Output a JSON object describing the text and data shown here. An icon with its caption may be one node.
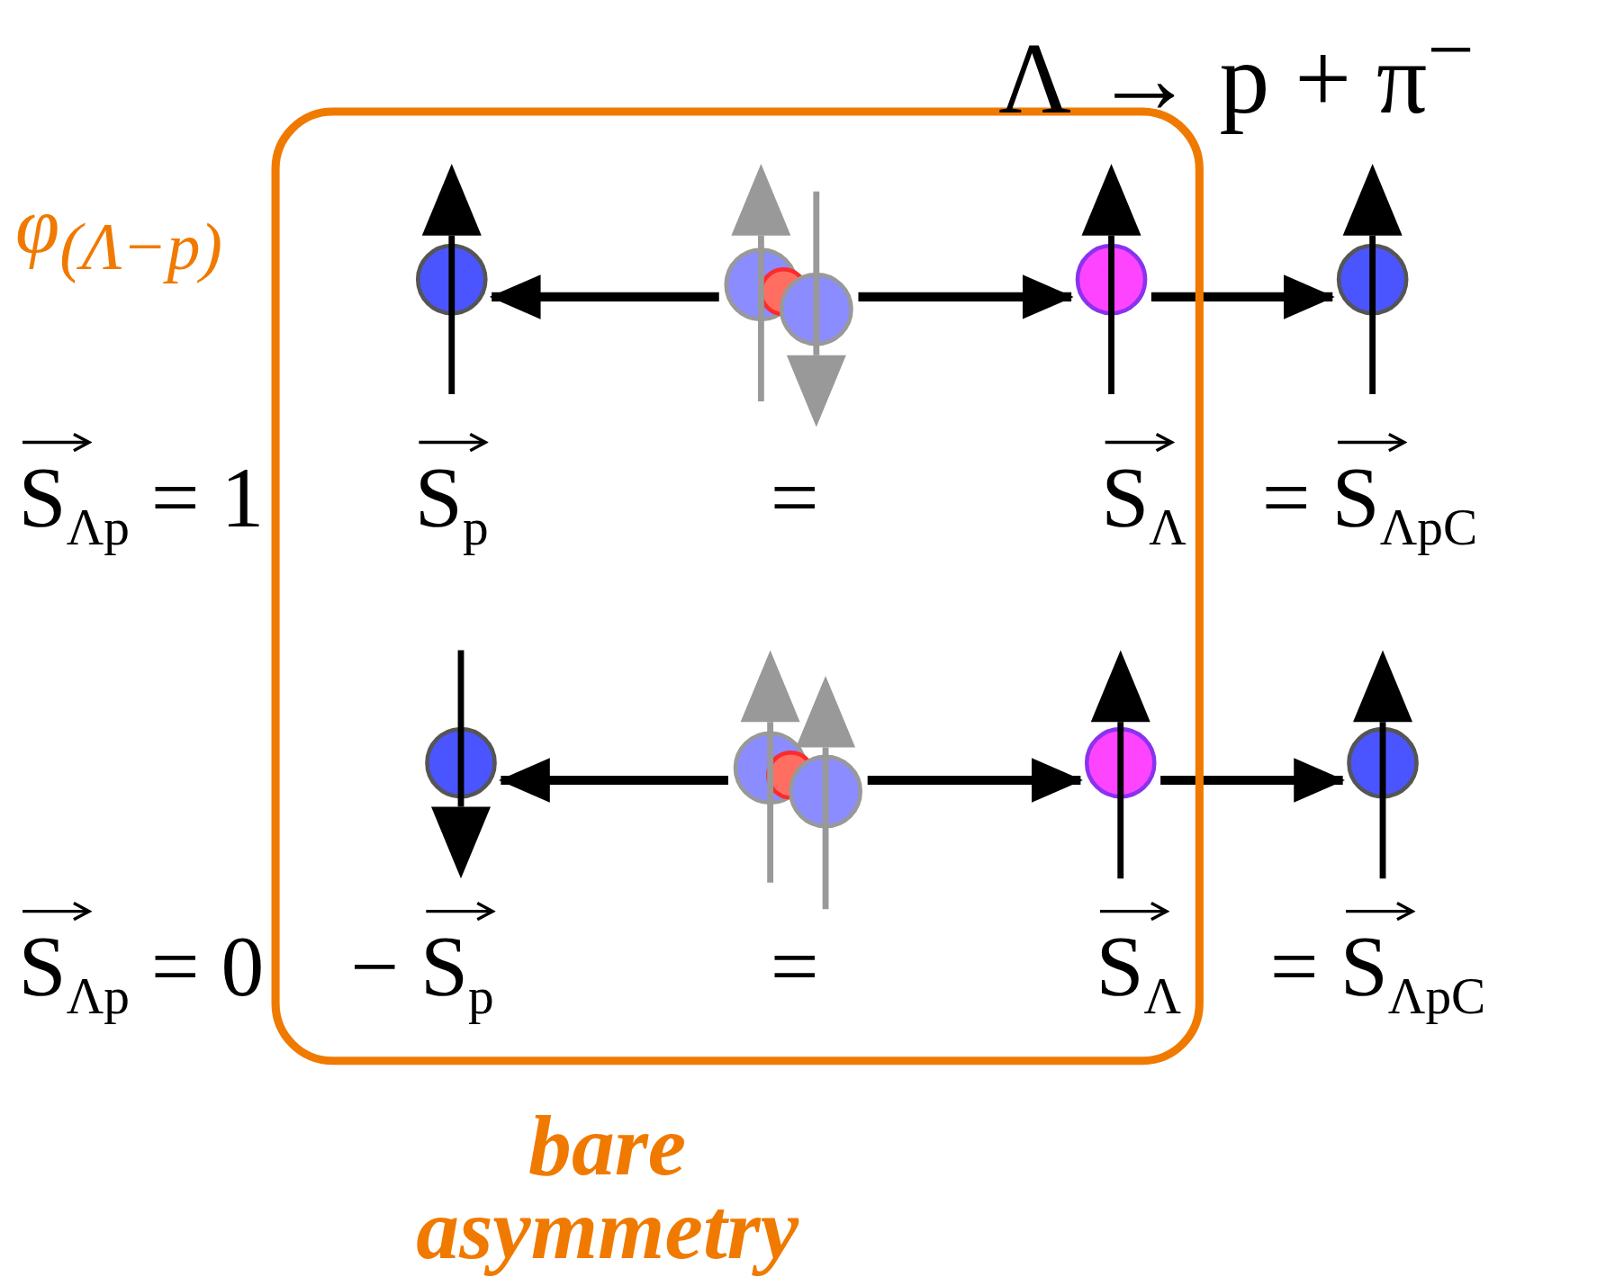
{
  "diagram": {
    "title": "Λ → p + π$^{−}$",
    "nodes": [
      {
        "text": [
          "bare asymmetry"
        ],
        "beside": [
          "φ$_{(Λ−p)}$"
        ]
      },
      {
        "text": [],
        "shape": "circle",
        "in": 0
      },
      {
        "text": [],
        "shape": "picture",
        "in": 0
      },
      {
        "text": [],
        "shape": "circle",
        "in": 0
      },
      {
        "text": [],
        "shape": "circle"
      },
      {
        "text": [],
        "shape": "circle",
        "in": 0
      },
      {
        "text": [],
        "shape": "picture",
        "in": 0
      },
      {
        "text": [],
        "shape": "circle",
        "in": 0
      },
      {
        "text": [],
        "shape": "circle"
      }
    ],
    "edges": [
      {
        "from": 2,
        "to": 1,
        "arrow": "to"
      },
      {
        "from": 2,
        "to": 3,
        "arrow": "to"
      },
      {
        "from": 3,
        "to": 4,
        "arrow": "to"
      },
      {
        "from": 6,
        "to": 5,
        "arrow": "to"
      },
      {
        "from": 6,
        "to": 7,
        "arrow": "to"
      },
      {
        "from": 7,
        "to": 8,
        "arrow": "to"
      }
    ],
    "labels": [
      "S$_{Λp}$ = 1",
      "S$_{p}$",
      "=",
      "S$_{Λ}$",
      "= S$_{ΛpC}$",
      "S$_{Λp}$ = 0",
      "− S$_{p}$",
      "=",
      "S$_{Λ}$",
      "= S$_{ΛpC}$"
    ]
  }
}
